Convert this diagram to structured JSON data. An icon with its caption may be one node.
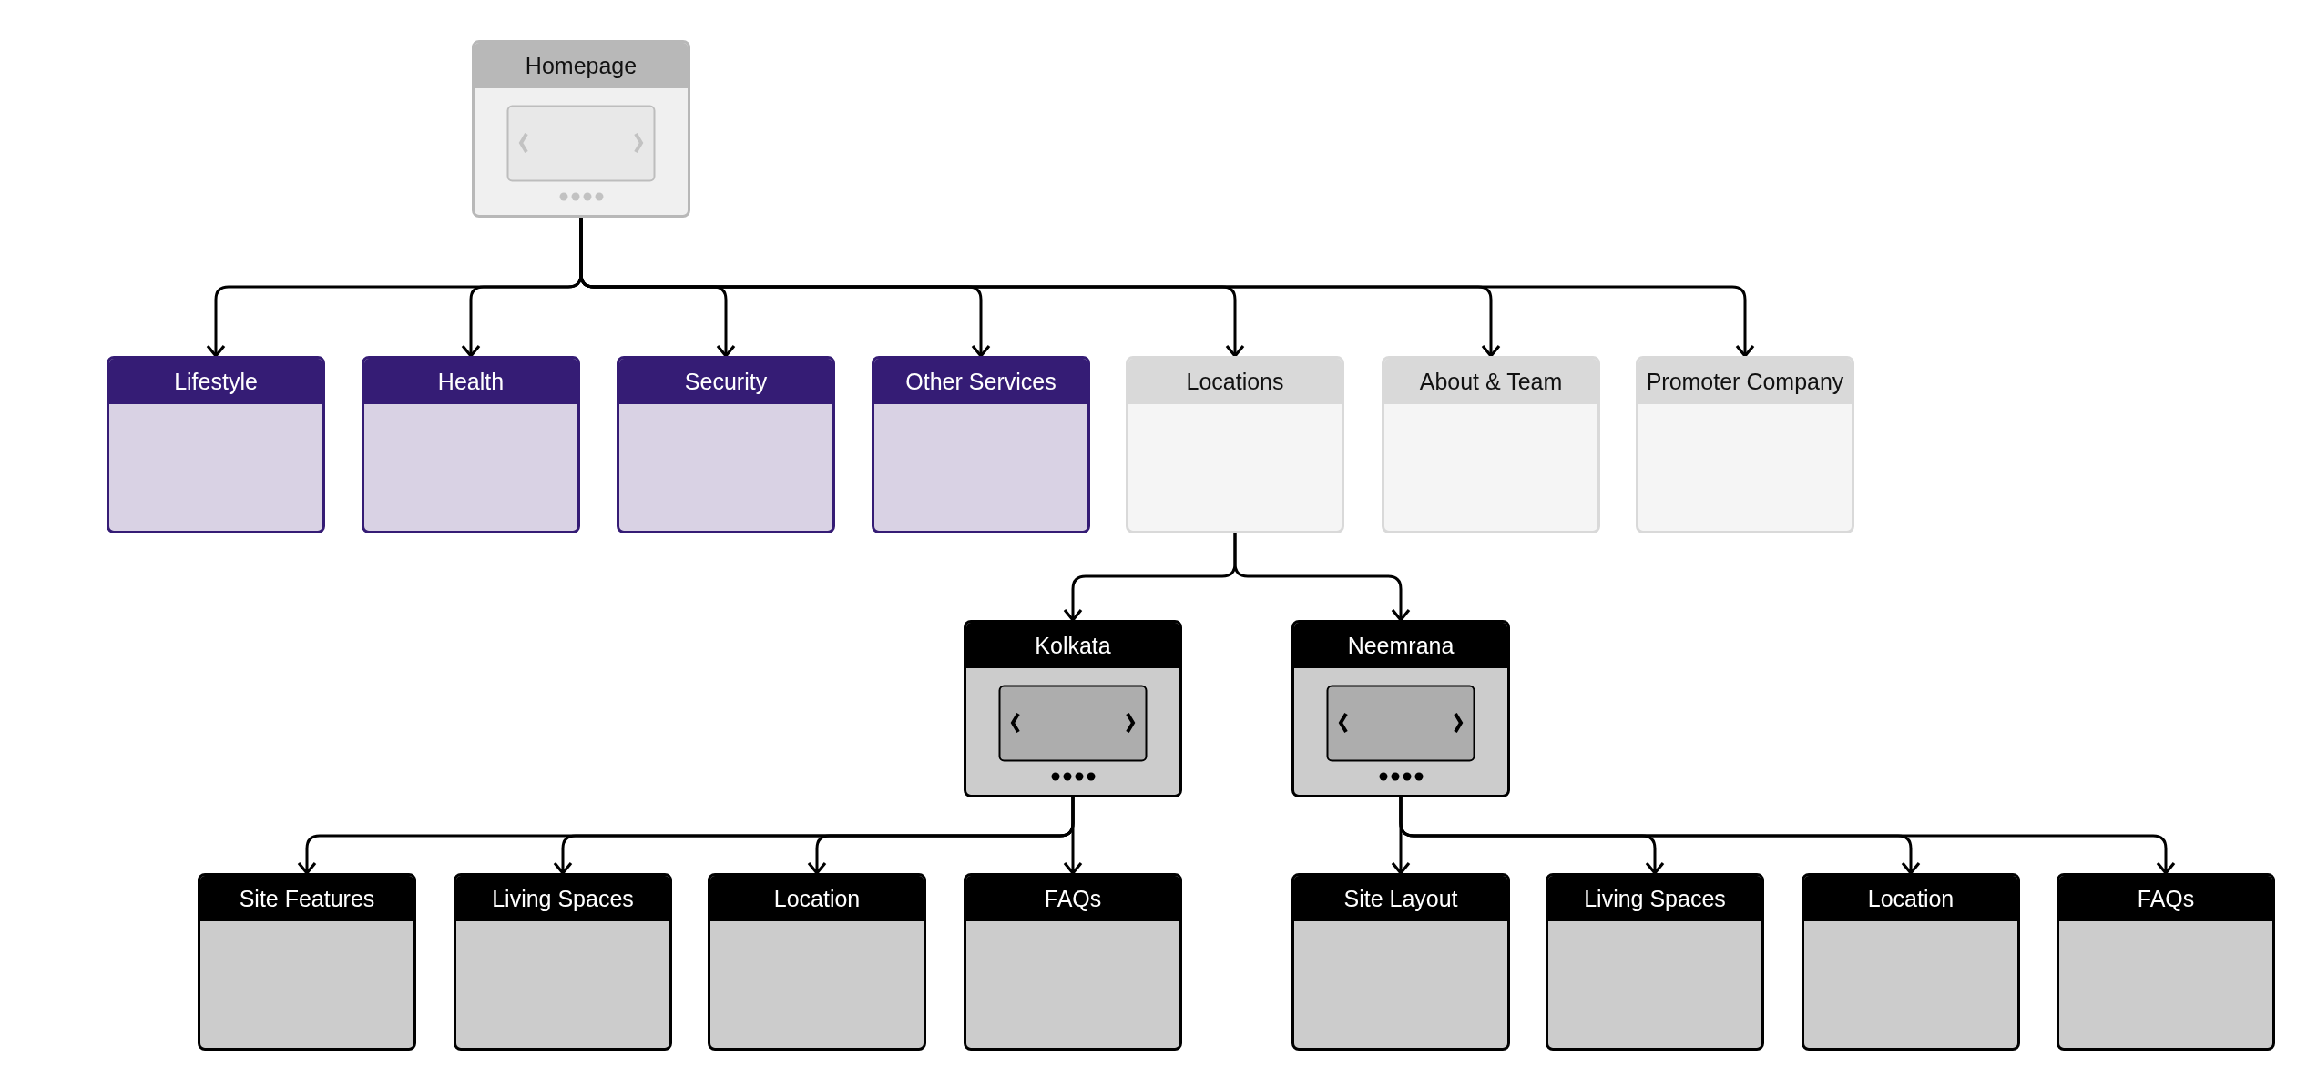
{
  "diagram": {
    "nodes": [
      {
        "text": [
          "Homepage"
        ]
      },
      {
        "text": [
          "Lifestyle"
        ]
      },
      {
        "text": [
          "Health"
        ]
      },
      {
        "text": [
          "Security"
        ]
      },
      {
        "text": [
          "Other Services"
        ]
      },
      {
        "text": [
          "Locations"
        ]
      },
      {
        "text": [
          "About & Team"
        ]
      },
      {
        "text": [
          "Promoter Company"
        ]
      },
      {
        "text": [
          "Kolkata"
        ]
      },
      {
        "text": [
          "Neemrana"
        ]
      },
      {
        "text": [
          "Site Features"
        ]
      },
      {
        "text": [
          "Living Spaces"
        ]
      },
      {
        "text": [
          "Location"
        ]
      },
      {
        "text": [
          "FAQs"
        ]
      },
      {
        "text": [
          "Site Layout"
        ]
      },
      {
        "text": [
          "Living Spaces"
        ]
      },
      {
        "text": [
          "Location"
        ]
      },
      {
        "text": [
          "FAQs"
        ]
      }
    ],
    "edges": [
      {
        "from": 0,
        "to": 1,
        "arrow": "to"
      },
      {
        "from": 0,
        "to": 2,
        "arrow": "to"
      },
      {
        "from": 0,
        "to": 3,
        "arrow": "to"
      },
      {
        "from": 0,
        "to": 4,
        "arrow": "to"
      },
      {
        "from": 0,
        "to": 5,
        "arrow": "to"
      },
      {
        "from": 0,
        "to": 6,
        "arrow": "to"
      },
      {
        "from": 0,
        "to": 7,
        "arrow": "to"
      },
      {
        "from": 5,
        "to": 8,
        "arrow": "to"
      },
      {
        "from": 5,
        "to": 9,
        "arrow": "to"
      },
      {
        "from": 8,
        "to": 10,
        "arrow": "to"
      },
      {
        "from": 8,
        "to": 11,
        "arrow": "to"
      },
      {
        "from": 8,
        "to": 12,
        "arrow": "to"
      },
      {
        "from": 8,
        "to": 13,
        "arrow": "to"
      },
      {
        "from": 9,
        "to": 14,
        "arrow": "to"
      },
      {
        "from": 9,
        "to": 15,
        "arrow": "to"
      },
      {
        "from": 9,
        "to": 16,
        "arrow": "to"
      },
      {
        "from": 9,
        "to": 17,
        "arrow": "to"
      }
    ]
  }
}
